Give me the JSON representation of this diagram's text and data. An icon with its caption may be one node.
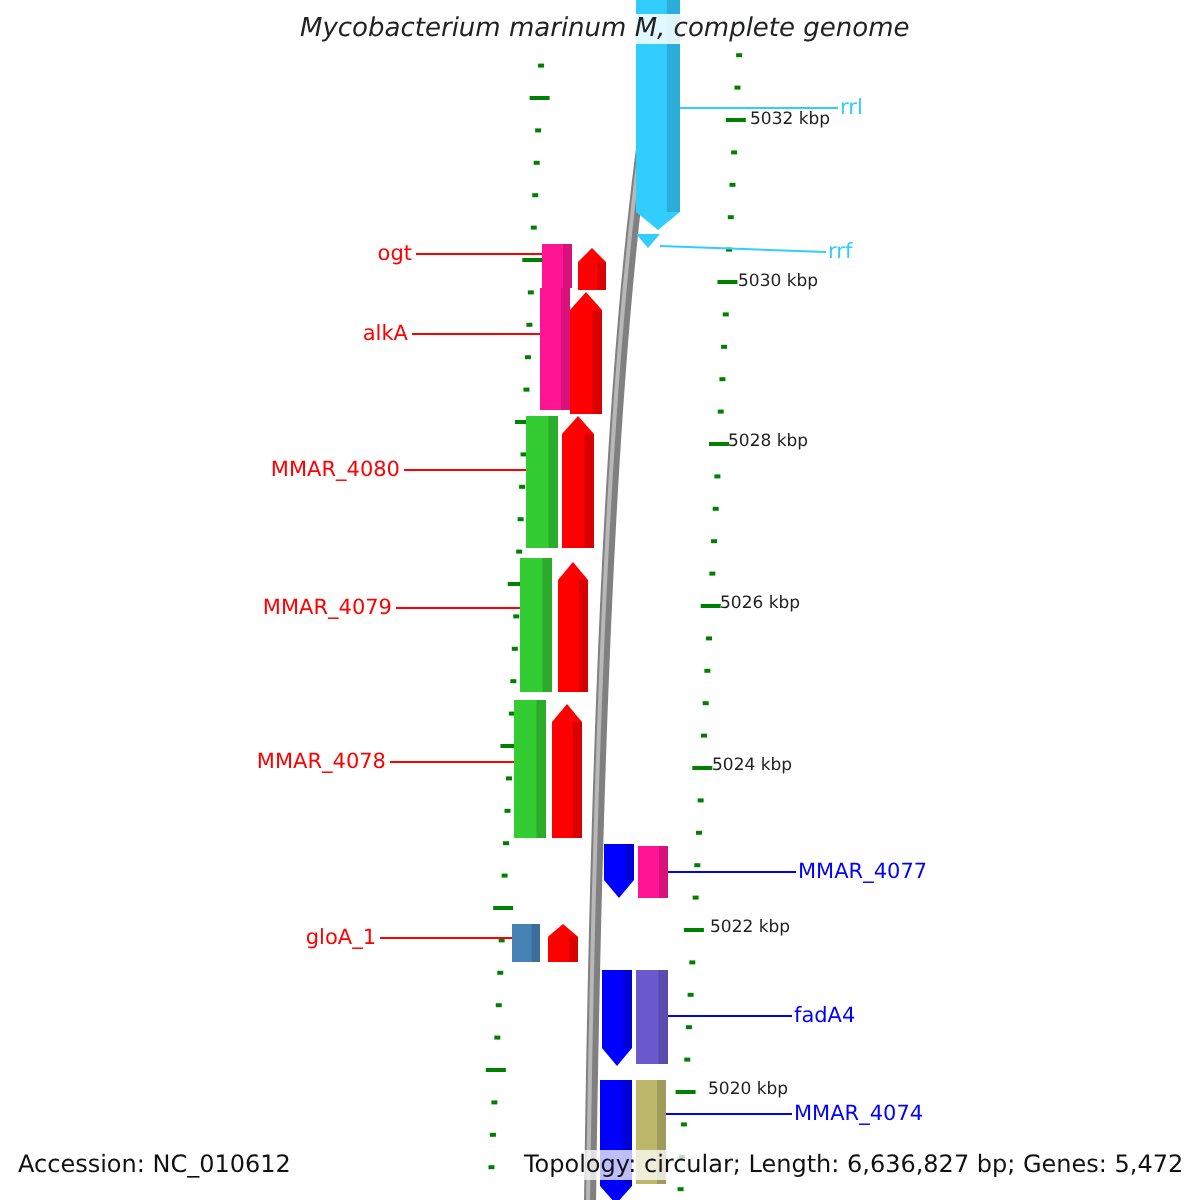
{
  "diagram": {
    "title": "Mycobacterium marinum M, complete genome",
    "nodes": [
      {
        "text": [
          "rrl"
        ]
      },
      {
        "text": [
          "rrf"
        ]
      },
      {
        "text": [
          "ogt"
        ]
      },
      {
        "text": [
          "alkA"
        ]
      },
      {
        "text": [
          "MMAR_4080"
        ]
      },
      {
        "text": [
          "MMAR_4079"
        ]
      },
      {
        "text": [
          "MMAR_4078"
        ]
      },
      {
        "text": [
          "MMAR_4077"
        ]
      },
      {
        "text": [
          "gloA_1"
        ]
      },
      {
        "text": [
          "fadA4"
        ]
      },
      {
        "text": [
          "MMAR_4074"
        ]
      },
      {
        "text": [],
        "shape": "pentagon"
      },
      {
        "text": [],
        "shape": "triangle"
      },
      {
        "text": [],
        "shape": "bar"
      },
      {
        "text": [],
        "shape": "pentagon"
      },
      {
        "text": [],
        "shape": "bar"
      },
      {
        "text": [],
        "shape": "pentagon"
      },
      {
        "text": [],
        "shape": "bar"
      },
      {
        "text": [],
        "shape": "pentagon"
      },
      {
        "text": [],
        "shape": "bar"
      },
      {
        "text": [],
        "shape": "pentagon"
      },
      {
        "text": [],
        "shape": "bar"
      },
      {
        "text": [],
        "shape": "pentagon"
      },
      {
        "text": [],
        "shape": "pentagon"
      },
      {
        "text": [],
        "shape": "bar"
      },
      {
        "text": [],
        "shape": "bar"
      },
      {
        "text": [],
        "shape": "pentagon"
      },
      {
        "text": [],
        "shape": "pentagon"
      },
      {
        "text": [],
        "shape": "bar"
      },
      {
        "text": [],
        "shape": "pentagon"
      },
      {
        "text": [],
        "shape": "bar"
      }
    ],
    "edges": [
      {
        "from": 0,
        "to": 11,
        "arrow": "none",
        "color": "#33ccff"
      },
      {
        "from": 1,
        "to": 12,
        "arrow": "none",
        "color": "#33ccff"
      },
      {
        "from": 2,
        "to": 13,
        "arrow": "none"
      },
      {
        "from": 3,
        "to": 15,
        "arrow": "none"
      },
      {
        "from": 4,
        "to": 17,
        "arrow": "none"
      },
      {
        "from": 5,
        "to": 19,
        "arrow": "none"
      },
      {
        "from": 6,
        "to": 21,
        "arrow": "none"
      },
      {
        "from": 7,
        "to": 24,
        "arrow": "none",
        "color": "#0000ff"
      },
      {
        "from": 8,
        "to": 25,
        "arrow": "none"
      },
      {
        "from": 9,
        "to": 28,
        "arrow": "none",
        "color": "#0000ff"
      },
      {
        "from": 10,
        "to": 30,
        "arrow": "none",
        "color": "#0000ff"
      }
    ],
    "labels": [
      "5032 kbp",
      "5030 kbp",
      "5028 kbp",
      "5026 kbp",
      "5024 kbp",
      "5022 kbp",
      "5020 kbp",
      "Accession: NC_010612",
      "Topology: circular; Length: 6,636,827 bp; Genes: 5,472"
    ]
  }
}
